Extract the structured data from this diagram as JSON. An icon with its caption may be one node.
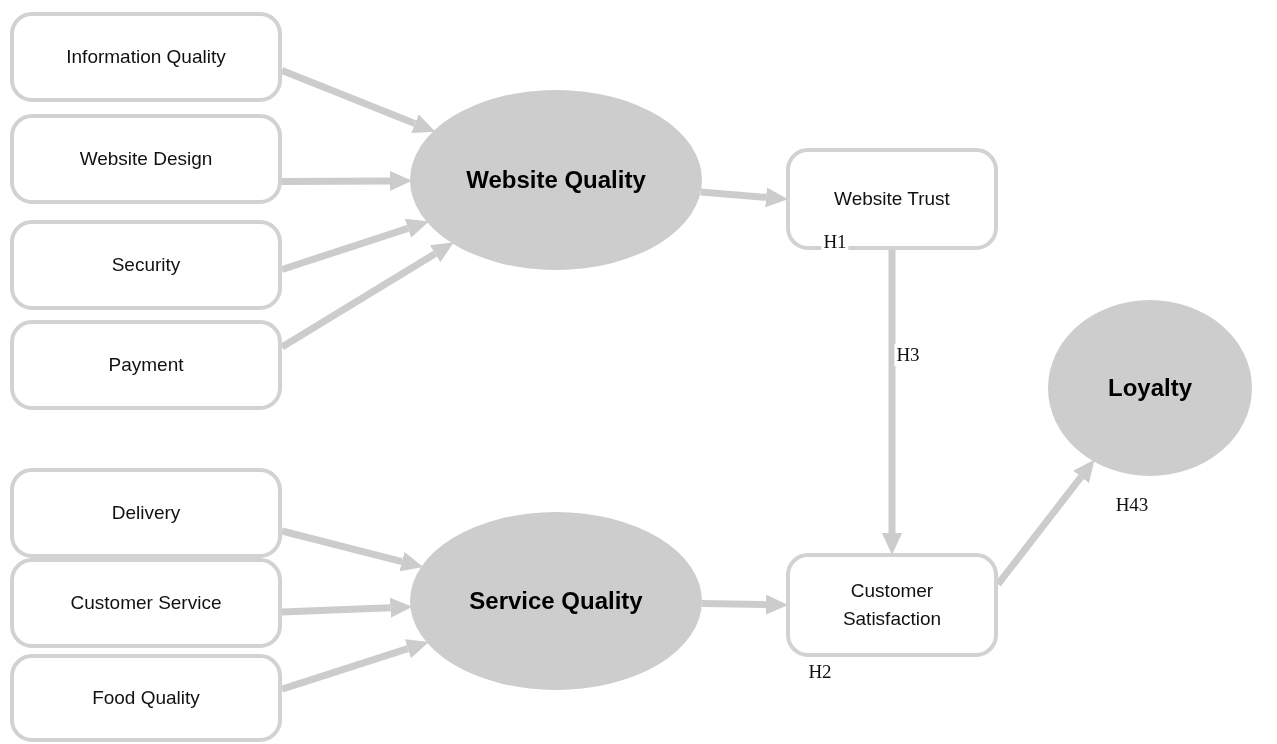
{
  "diagram": {
    "nodes": [
      {
        "text": [
          "Information Quality"
        ]
      },
      {
        "text": [
          "Website Design"
        ]
      },
      {
        "text": [
          "Security"
        ]
      },
      {
        "text": [
          "Payment"
        ]
      },
      {
        "text": [
          "Website Quality"
        ]
      },
      {
        "text": [
          "Website Trust"
        ]
      },
      {
        "text": [
          "Loyalty"
        ]
      },
      {
        "text": [
          "Delivery"
        ]
      },
      {
        "text": [
          "Customer Service"
        ]
      },
      {
        "text": [
          "Food Quality"
        ]
      },
      {
        "text": [
          "Service Quality"
        ]
      },
      {
        "text": [
          "Customer Satisfaction"
        ]
      }
    ],
    "edges": [
      {
        "from": 0,
        "to": 4,
        "arrow": "to"
      },
      {
        "from": 1,
        "to": 4,
        "arrow": "to"
      },
      {
        "from": 2,
        "to": 4,
        "arrow": "to"
      },
      {
        "from": 3,
        "to": 4,
        "arrow": "to"
      },
      {
        "from": 4,
        "to": 5,
        "arrow": "to",
        "label": "H1"
      },
      {
        "from": 7,
        "to": 10,
        "arrow": "to"
      },
      {
        "from": 8,
        "to": 10,
        "arrow": "to"
      },
      {
        "from": 9,
        "to": 10,
        "arrow": "to"
      },
      {
        "from": 10,
        "to": 11,
        "arrow": "to",
        "label": "H2"
      },
      {
        "from": 5,
        "to": 11,
        "arrow": "to",
        "label": "H3"
      },
      {
        "from": 11,
        "to": 6,
        "arrow": "to",
        "label": "H43"
      }
    ]
  }
}
